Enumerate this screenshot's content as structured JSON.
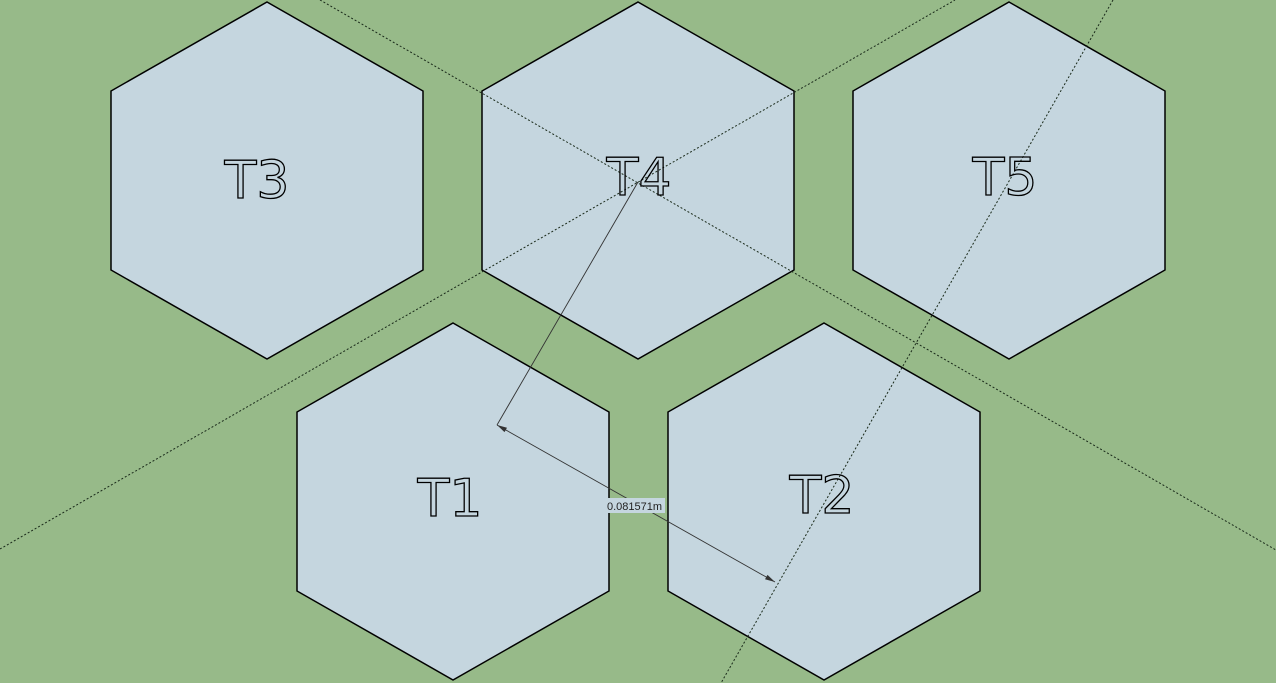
{
  "scene": {
    "background_color": "#97ba89",
    "tile_fill_color": "#c5d6df",
    "tiles": [
      {
        "id": "T3",
        "label": "T3"
      },
      {
        "id": "T4",
        "label": "T4"
      },
      {
        "id": "T5",
        "label": "T5"
      },
      {
        "id": "T1",
        "label": "T1"
      },
      {
        "id": "T2",
        "label": "T2"
      }
    ],
    "dimension": {
      "label": "0.081571m"
    }
  }
}
